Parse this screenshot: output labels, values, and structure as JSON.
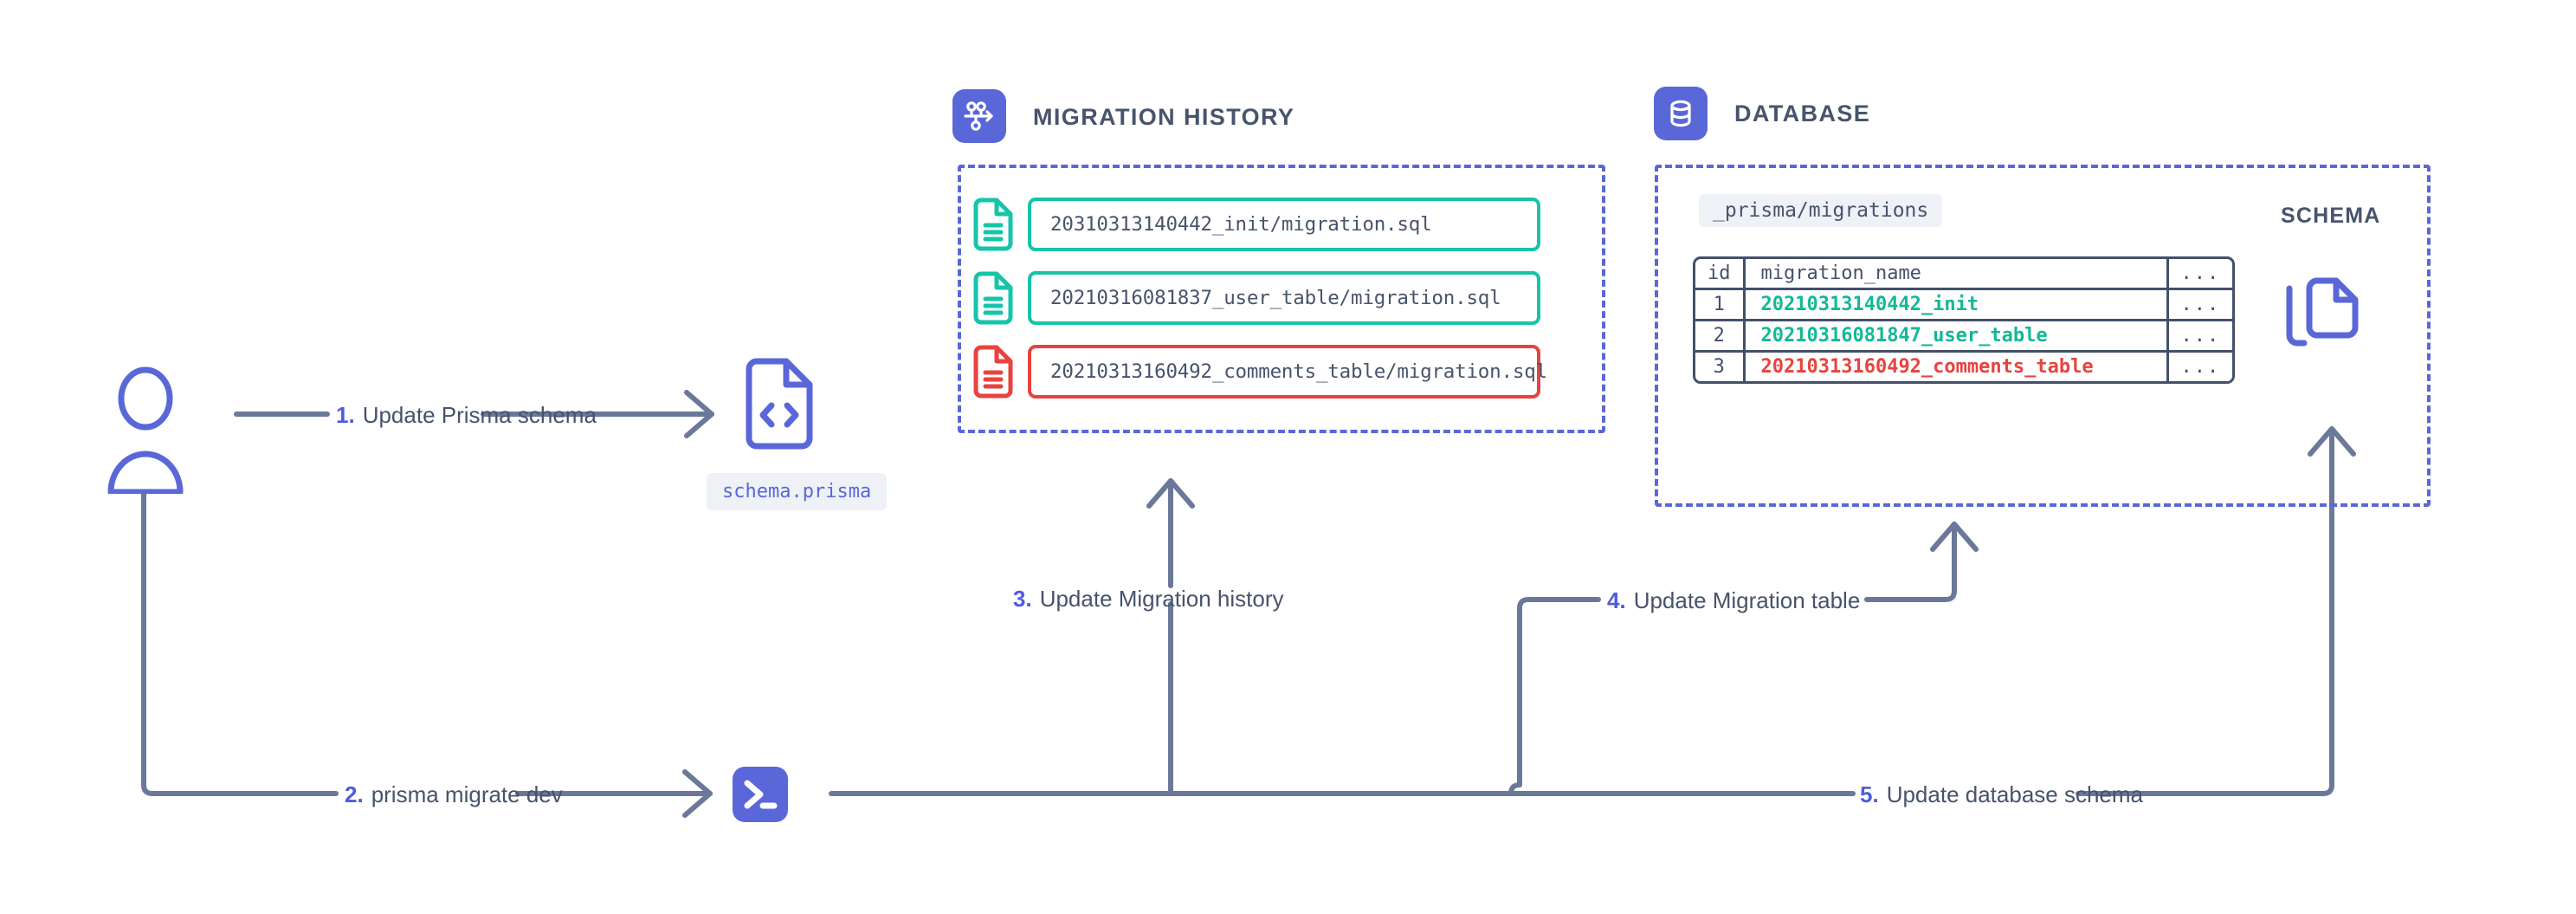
{
  "sections": {
    "migration_history": {
      "title": "MIGRATION HISTORY",
      "icon": "migration-branch-icon",
      "files": [
        {
          "name": "20310313140442_init/migration.sql",
          "status": "ok",
          "color": "#16c4a9",
          "icon": "file-lines-icon"
        },
        {
          "name": "20210316081837_user_table/migration.sql",
          "status": "ok",
          "color": "#16c4a9",
          "icon": "file-lines-icon"
        },
        {
          "name": "20210313160492_comments_table/migration.sql",
          "status": "new",
          "color": "#e8433f",
          "icon": "file-lines-icon"
        }
      ]
    },
    "database": {
      "title": "DATABASE",
      "icon": "database-cylinder-icon",
      "table_chip": "_prisma/migrations",
      "table": {
        "headers": [
          "id",
          "migration_name",
          "..."
        ],
        "rows": [
          {
            "id": "1",
            "migration_name": "20210313140442_init",
            "more": "...",
            "color": "#13b897"
          },
          {
            "id": "2",
            "migration_name": "20210316081847_user_table",
            "more": "...",
            "color": "#13b897"
          },
          {
            "id": "3",
            "migration_name": "20210313160492_comments_table",
            "more": "...",
            "color": "#e8433f"
          }
        ]
      },
      "schema": {
        "title": "SCHEMA",
        "icon": "copy-documents-icon"
      }
    }
  },
  "actors": {
    "user": {
      "icon": "user-avatar-icon"
    },
    "schema_file": {
      "icon": "file-code-icon",
      "label": "schema.prisma"
    },
    "terminal": {
      "icon": "terminal-prompt-icon"
    }
  },
  "steps": [
    {
      "num": "1.",
      "label": "Update Prisma schema"
    },
    {
      "num": "2.",
      "label": "prisma migrate dev"
    },
    {
      "num": "3.",
      "label": "Update Migration history"
    },
    {
      "num": "4.",
      "label": "Update Migration table"
    },
    {
      "num": "5.",
      "label": "Update database schema"
    }
  ],
  "colors": {
    "brand_indigo": "#5a67d8",
    "accent_number": "#4f5ae0",
    "teal": "#16c4a9",
    "teal_text": "#13b897",
    "red": "#e8433f",
    "slate_text": "#47546b",
    "connector": "#6b7899",
    "table_border": "#44506b",
    "chip_bg": "#eef1f6"
  }
}
